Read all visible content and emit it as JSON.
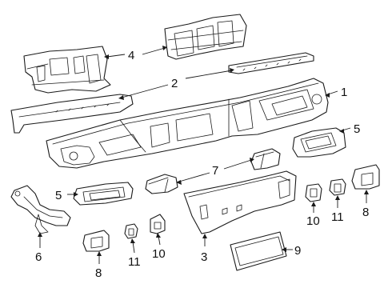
{
  "diagram": {
    "callouts": {
      "c1": "1",
      "c2": "2",
      "c3": "3",
      "c4": "4",
      "c5a": "5",
      "c5b": "5",
      "c6": "6",
      "c7": "7",
      "c8a": "8",
      "c8b": "8",
      "c9": "9",
      "c10a": "10",
      "c10b": "10",
      "c11a": "11",
      "c11b": "11"
    }
  }
}
